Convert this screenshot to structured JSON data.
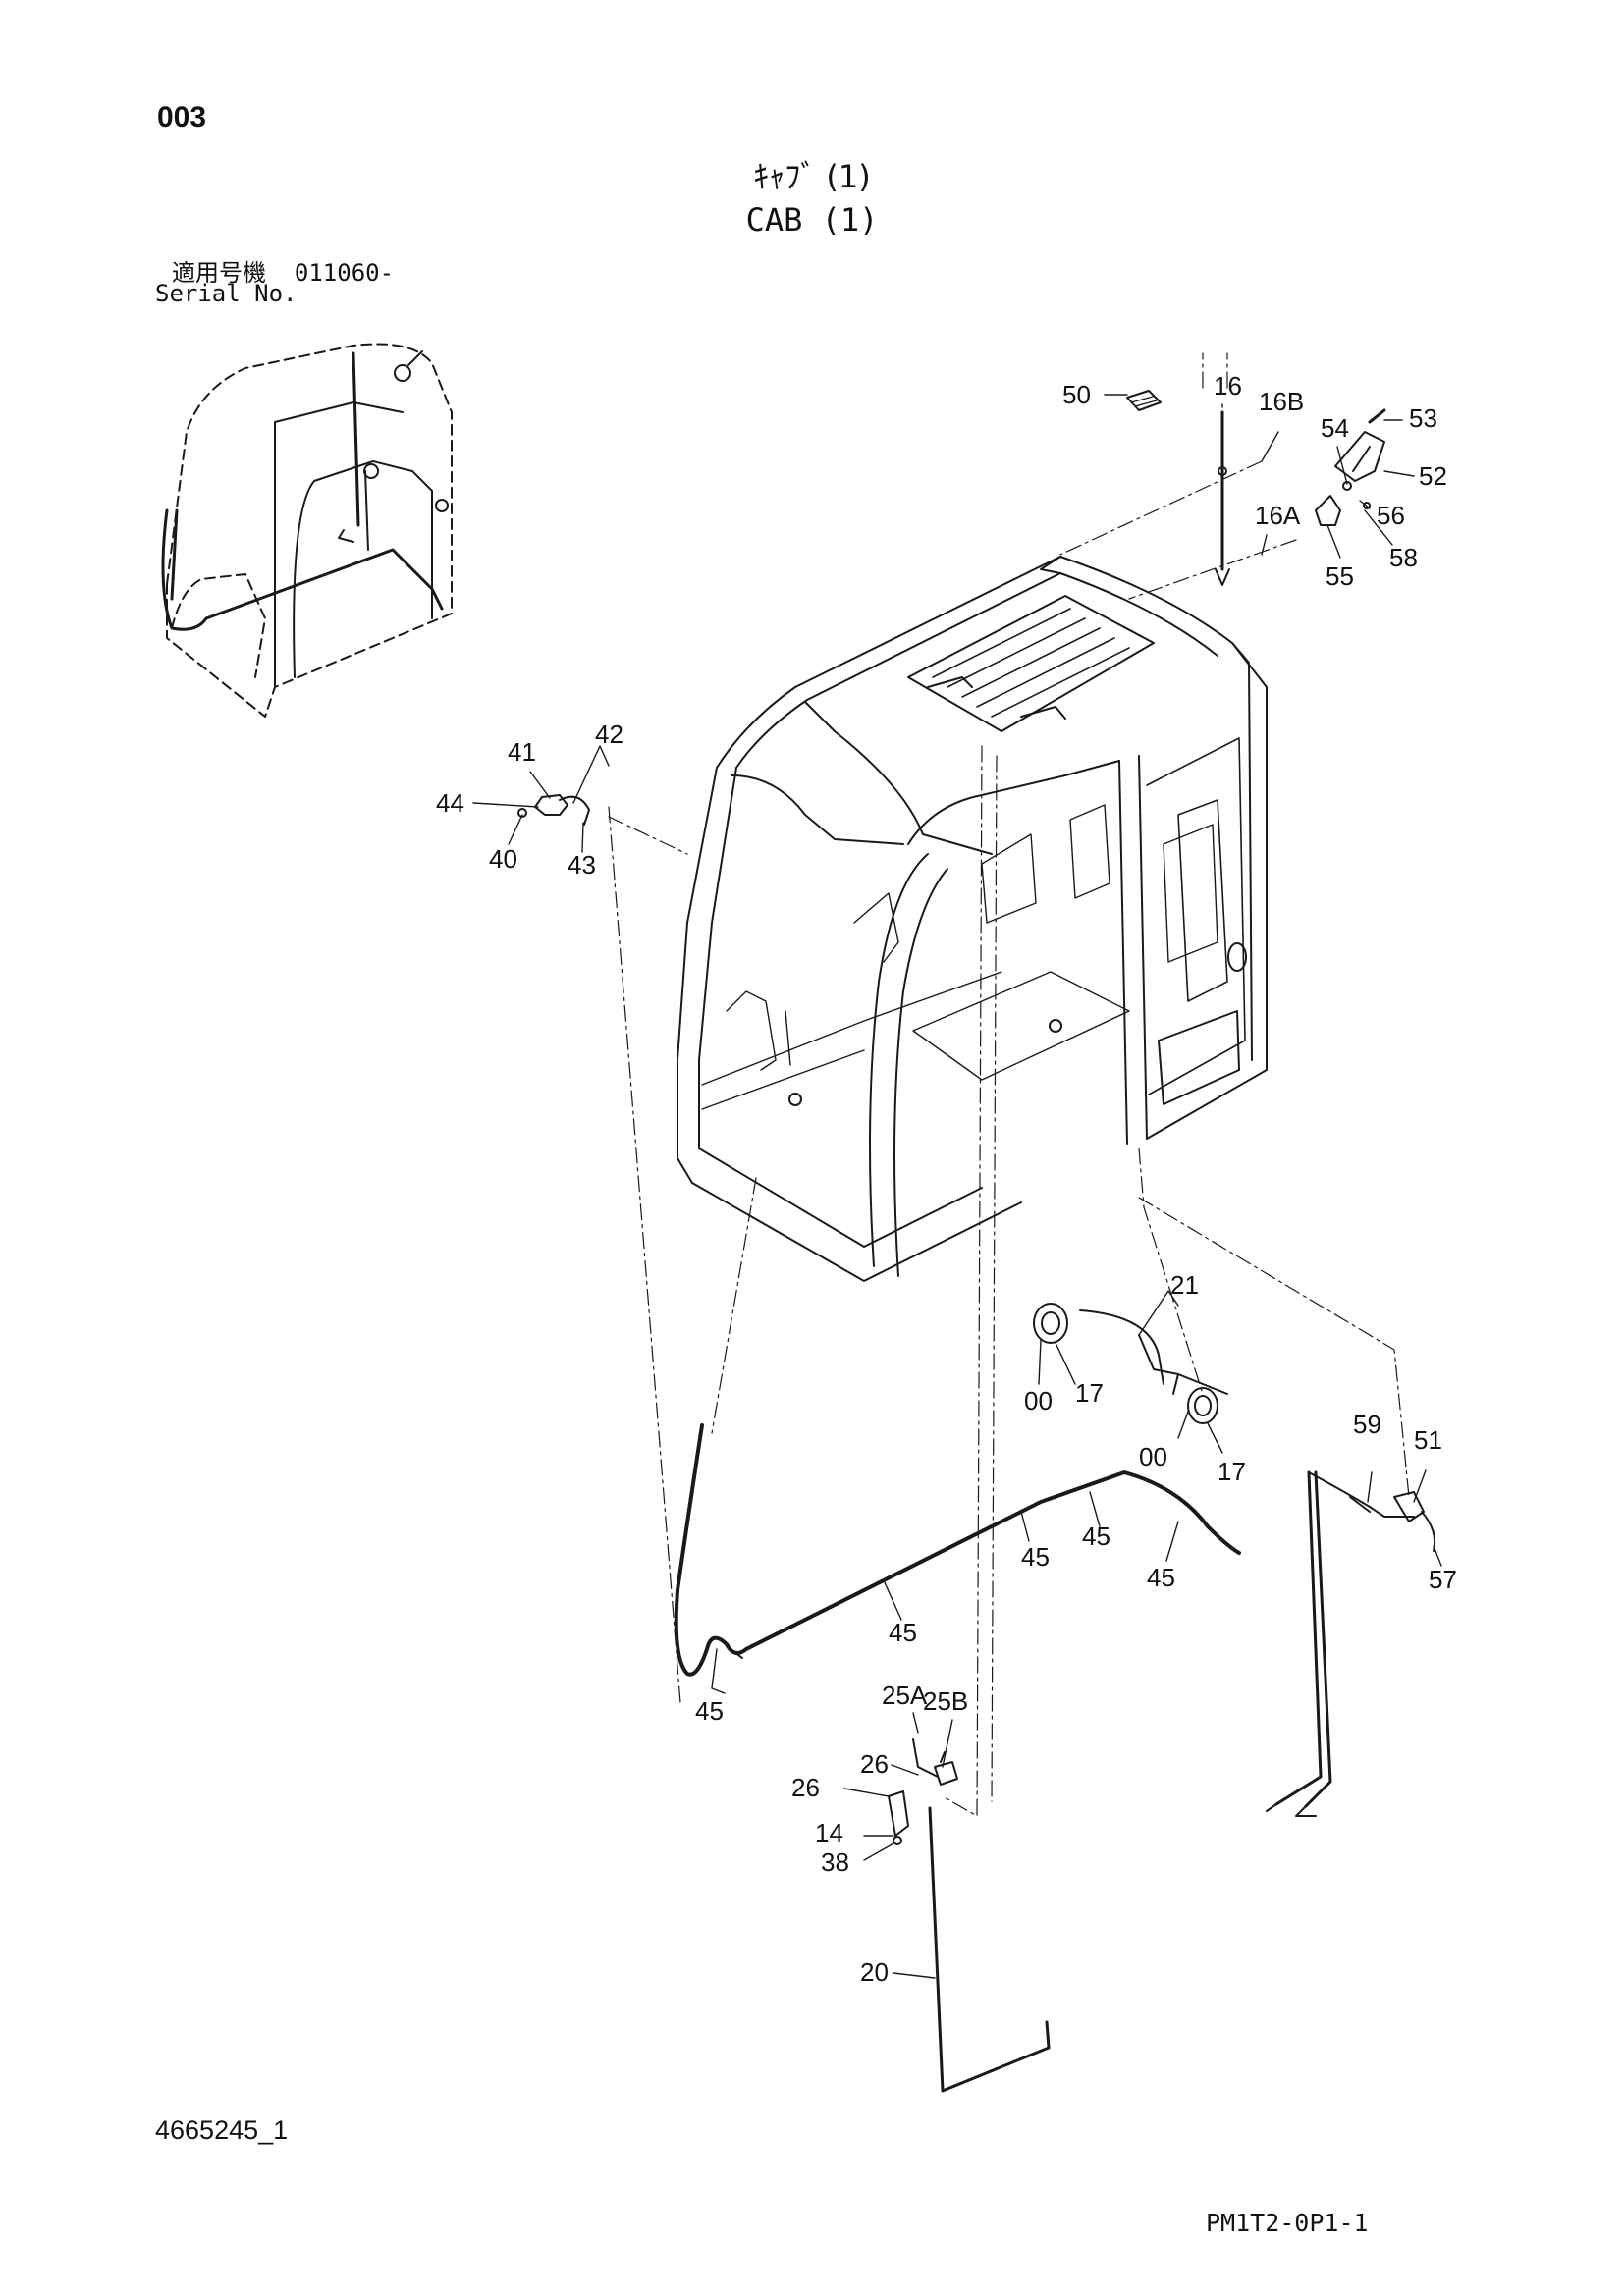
{
  "header": {
    "page_number": "003",
    "title_jp": "ｷｬﾌﾞ (1)",
    "title_en": "CAB (1)",
    "serial_label_jp": "適用号機",
    "serial_value": "011060-",
    "serial_label_en": "Serial No."
  },
  "footer": {
    "document_id": "4665245_1",
    "page_code": "PM1T2-0P1-1"
  },
  "callouts": [
    "50",
    "16",
    "16B",
    "54",
    "53",
    "52",
    "56",
    "16A",
    "55",
    "58",
    "42",
    "41",
    "44",
    "40",
    "43",
    "21",
    "00",
    "17",
    "00",
    "17",
    "59",
    "51",
    "57",
    "45",
    "45",
    "45",
    "45",
    "45",
    "25A",
    "25B",
    "26",
    "26",
    "14",
    "38",
    "20"
  ]
}
